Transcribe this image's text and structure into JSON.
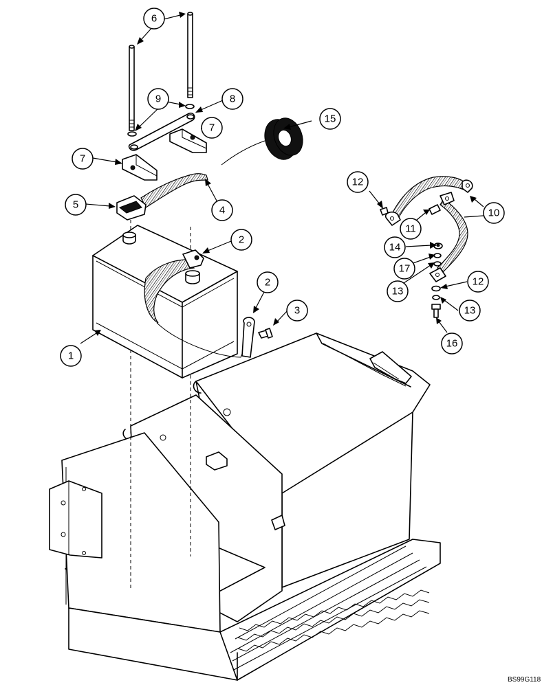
{
  "figure_code": "BS99G118",
  "callouts": [
    {
      "id": "callout-1",
      "label": "1"
    },
    {
      "id": "callout-2a",
      "label": "2"
    },
    {
      "id": "callout-2b",
      "label": "2"
    },
    {
      "id": "callout-3",
      "label": "3"
    },
    {
      "id": "callout-4",
      "label": "4"
    },
    {
      "id": "callout-5",
      "label": "5"
    },
    {
      "id": "callout-6",
      "label": "6"
    },
    {
      "id": "callout-7a",
      "label": "7"
    },
    {
      "id": "callout-7b",
      "label": "7"
    },
    {
      "id": "callout-8",
      "label": "8"
    },
    {
      "id": "callout-9",
      "label": "9"
    },
    {
      "id": "callout-10",
      "label": "10"
    },
    {
      "id": "callout-11",
      "label": "11"
    },
    {
      "id": "callout-12a",
      "label": "12"
    },
    {
      "id": "callout-12b",
      "label": "12"
    },
    {
      "id": "callout-13a",
      "label": "13"
    },
    {
      "id": "callout-13b",
      "label": "13"
    },
    {
      "id": "callout-14",
      "label": "14"
    },
    {
      "id": "callout-15",
      "label": "15"
    },
    {
      "id": "callout-16",
      "label": "16"
    },
    {
      "id": "callout-17",
      "label": "17"
    }
  ]
}
